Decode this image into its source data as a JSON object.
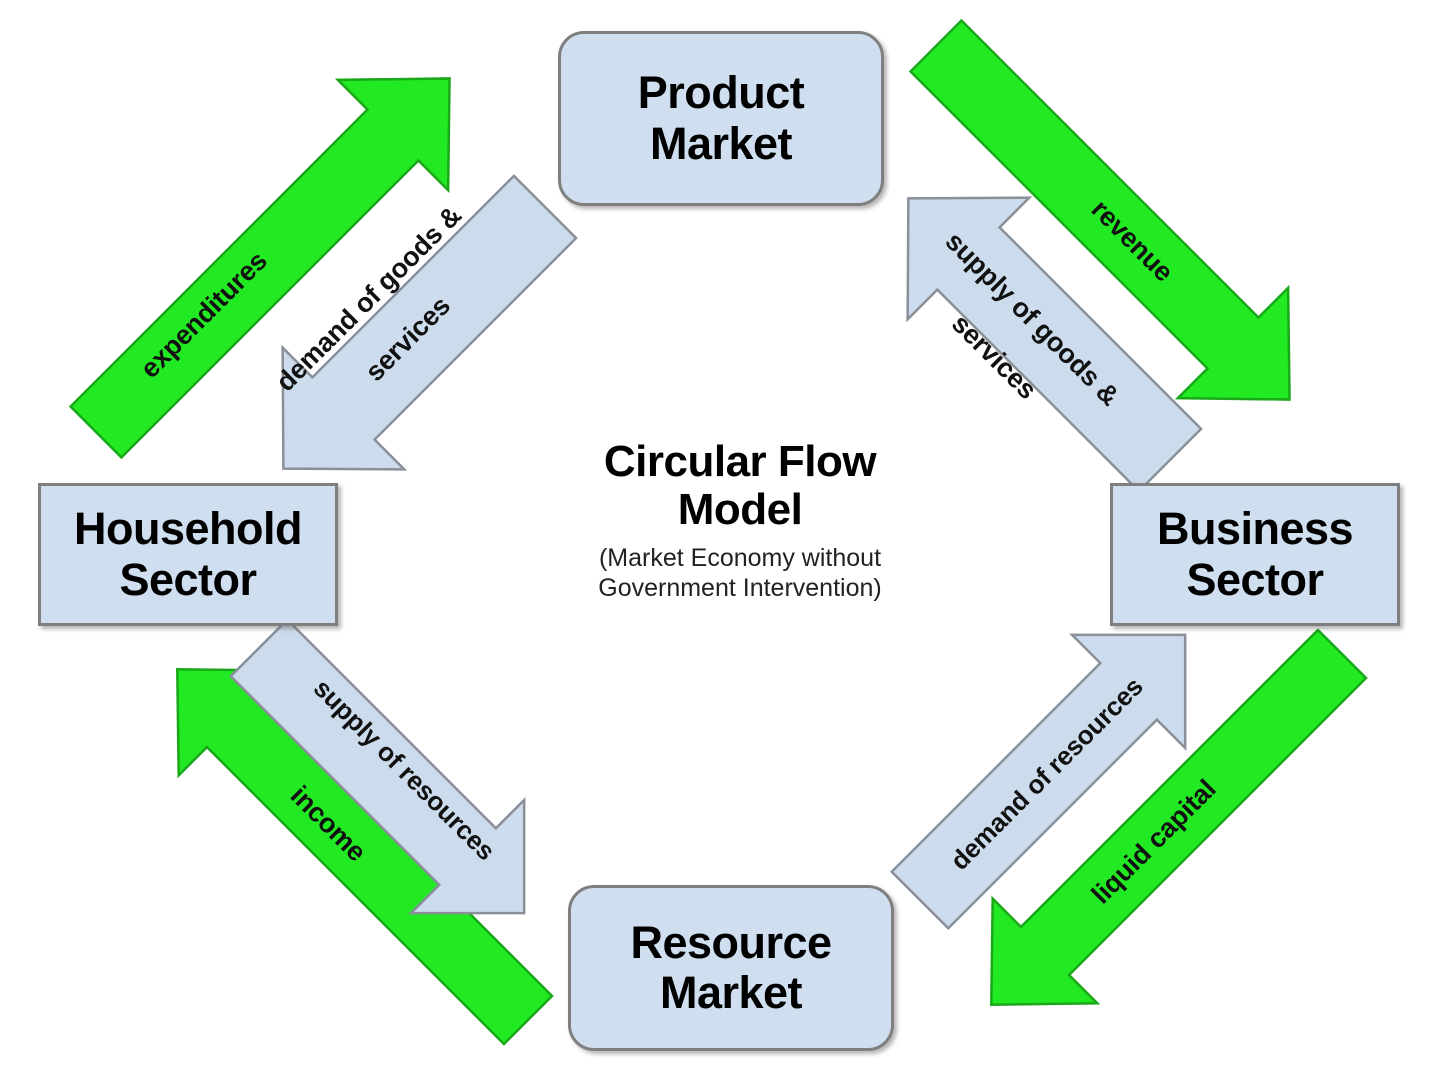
{
  "diagram": {
    "title_main_line1": "Circular Flow",
    "title_main_line2": "Model",
    "title_sub_line1": "(Market Economy without",
    "title_sub_line2": "Government Intervention)"
  },
  "nodes": {
    "product_market_line1": "Product",
    "product_market_line2": "Market",
    "resource_market_line1": "Resource",
    "resource_market_line2": "Market",
    "household_line1": "Household",
    "household_line2": "Sector",
    "business_line1": "Business",
    "business_line2": "Sector"
  },
  "flows": {
    "expenditures": "expenditures",
    "demand_goods_line1": "demand of goods &",
    "demand_goods_line2": "services",
    "revenue": "revenue",
    "supply_goods_line1": "supply of goods &",
    "supply_goods_line2": "services",
    "income": "income",
    "supply_resources": "supply of resources",
    "liquid_capital": "liquid capital",
    "demand_resources": "demand of resources"
  },
  "colors": {
    "money_flow": "#22ea22",
    "real_flow": "#ccdcec",
    "box_fill": "#cfdff0",
    "box_border": "#7f7f7f"
  }
}
